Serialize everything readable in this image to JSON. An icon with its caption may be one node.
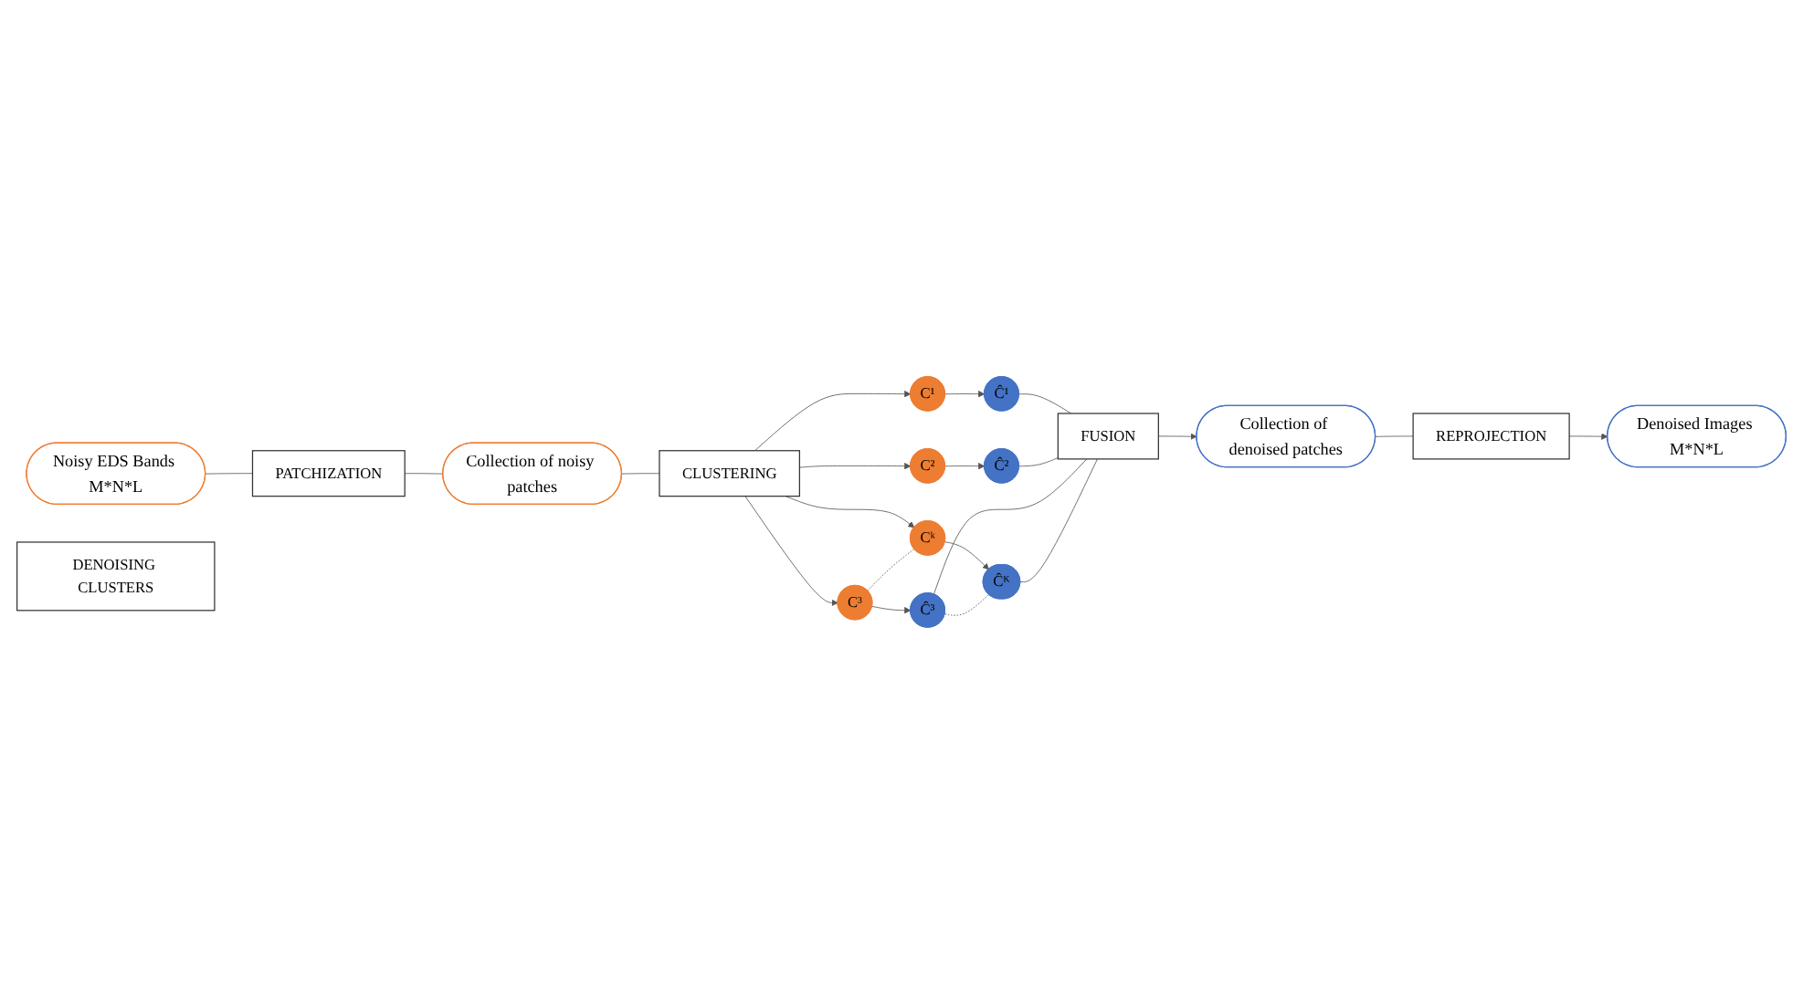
{
  "diagram": {
    "nodes": [
      {
        "text": [
          "Noisy EDS Bands M*N*L"
        ]
      },
      {
        "text": [
          "PATCHIZATION"
        ]
      },
      {
        "text": [
          "Collection of noisy patches"
        ]
      },
      {
        "text": [
          "CLUSTERING"
        ]
      },
      {
        "text": [
          "C¹"
        ]
      },
      {
        "text": [
          "C²"
        ]
      },
      {
        "text": [
          "C³"
        ]
      },
      {
        "text": [
          "Cᵏ"
        ]
      },
      {
        "text": [
          "DENOISING CLUSTERS"
        ]
      },
      {
        "text": [
          "Ĉ¹"
        ]
      },
      {
        "text": [
          "Ĉ²"
        ]
      },
      {
        "text": [
          "Ĉ³"
        ]
      },
      {
        "text": [
          "Ĉᴷ"
        ]
      },
      {
        "text": [
          "FUSION"
        ]
      },
      {
        "text": [
          "Collection of denoised patches"
        ]
      },
      {
        "text": [
          "REPROJECTION"
        ]
      },
      {
        "text": [
          "Denoised Images M*N*L"
        ]
      }
    ],
    "edges": [
      {
        "from": 0,
        "to": 1,
        "arrow": "none"
      },
      {
        "from": 1,
        "to": 2,
        "arrow": "none"
      },
      {
        "from": 2,
        "to": 3,
        "arrow": "none"
      },
      {
        "from": 3,
        "to": 4,
        "arrow": "to"
      },
      {
        "from": 3,
        "to": 5,
        "arrow": "to"
      },
      {
        "from": 3,
        "to": 6,
        "arrow": "to"
      },
      {
        "from": 3,
        "to": 7,
        "arrow": "to"
      },
      {
        "from": 6,
        "to": 7,
        "arrow": "none",
        "style": "dashed"
      },
      {
        "from": 4,
        "to": 9,
        "arrow": "to"
      },
      {
        "from": 5,
        "to": 10,
        "arrow": "to"
      },
      {
        "from": 6,
        "to": 11,
        "arrow": "to"
      },
      {
        "from": 7,
        "to": 12,
        "arrow": "to"
      },
      {
        "from": 11,
        "to": 12,
        "arrow": "none",
        "style": "dashed"
      },
      {
        "from": 9,
        "to": 13,
        "arrow": "none"
      },
      {
        "from": 10,
        "to": 13,
        "arrow": "none"
      },
      {
        "from": 11,
        "to": 13,
        "arrow": "none"
      },
      {
        "from": 12,
        "to": 13,
        "arrow": "none"
      },
      {
        "from": 13,
        "to": 14,
        "arrow": "to"
      },
      {
        "from": 14,
        "to": 15,
        "arrow": "none"
      },
      {
        "from": 15,
        "to": 16,
        "arrow": "to"
      }
    ]
  }
}
